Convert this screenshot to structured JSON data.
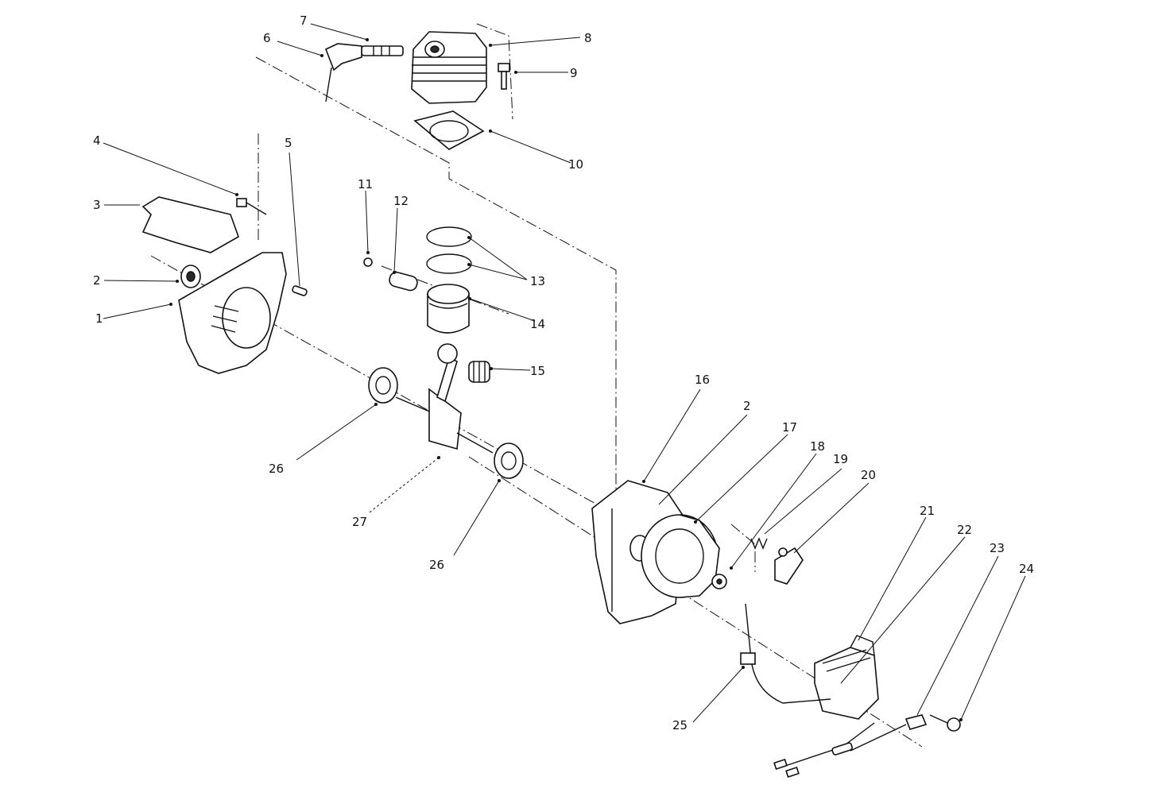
{
  "figure": {
    "callouts": [
      {
        "id": "1",
        "label": "1"
      },
      {
        "id": "2a",
        "label": "2"
      },
      {
        "id": "2b",
        "label": "2"
      },
      {
        "id": "3",
        "label": "3"
      },
      {
        "id": "4",
        "label": "4"
      },
      {
        "id": "5",
        "label": "5"
      },
      {
        "id": "6",
        "label": "6"
      },
      {
        "id": "7",
        "label": "7"
      },
      {
        "id": "8",
        "label": "8"
      },
      {
        "id": "9",
        "label": "9"
      },
      {
        "id": "10",
        "label": "10"
      },
      {
        "id": "11",
        "label": "11"
      },
      {
        "id": "12",
        "label": "12"
      },
      {
        "id": "13",
        "label": "13"
      },
      {
        "id": "14",
        "label": "14"
      },
      {
        "id": "15",
        "label": "15"
      },
      {
        "id": "16",
        "label": "16"
      },
      {
        "id": "17",
        "label": "17"
      },
      {
        "id": "18",
        "label": "18"
      },
      {
        "id": "19",
        "label": "19"
      },
      {
        "id": "20",
        "label": "20"
      },
      {
        "id": "21",
        "label": "21"
      },
      {
        "id": "22",
        "label": "22"
      },
      {
        "id": "23",
        "label": "23"
      },
      {
        "id": "24",
        "label": "24"
      },
      {
        "id": "25",
        "label": "25"
      },
      {
        "id": "26a",
        "label": "26"
      },
      {
        "id": "26b",
        "label": "26"
      },
      {
        "id": "27",
        "label": "27"
      }
    ]
  }
}
